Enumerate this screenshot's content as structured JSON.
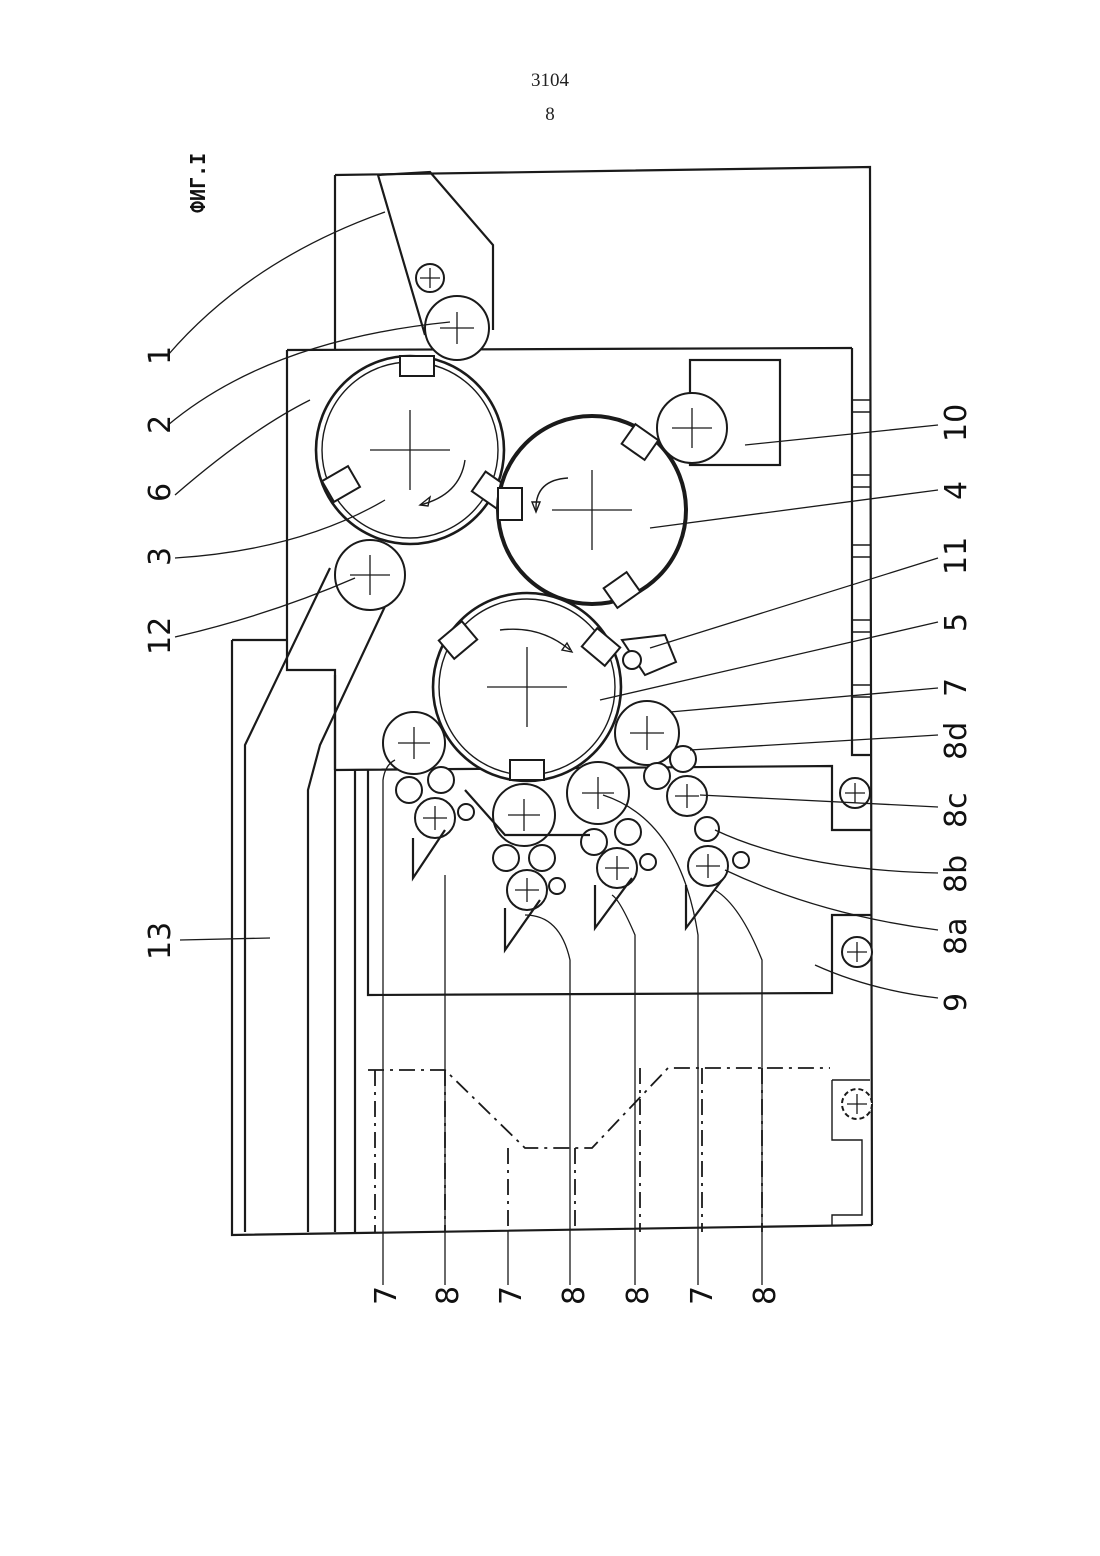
{
  "header": {
    "doc_number": "3104",
    "sheet_number": "8"
  },
  "figure": {
    "caption": "ФИГ.I",
    "labels": {
      "l1": "1",
      "l2": "2",
      "l6": "6",
      "l3": "3",
      "l12": "12",
      "l13": "13",
      "l10": "10",
      "l4": "4",
      "l11": "11",
      "l5": "5",
      "l7r": "7",
      "l8d": "8d",
      "l8c": "8c",
      "l8b": "8b",
      "l8a": "8a",
      "l9": "9",
      "b1": "7",
      "b2": "8",
      "b3": "7",
      "b4": "8",
      "b5": "8",
      "b6": "7",
      "b7": "8"
    }
  }
}
